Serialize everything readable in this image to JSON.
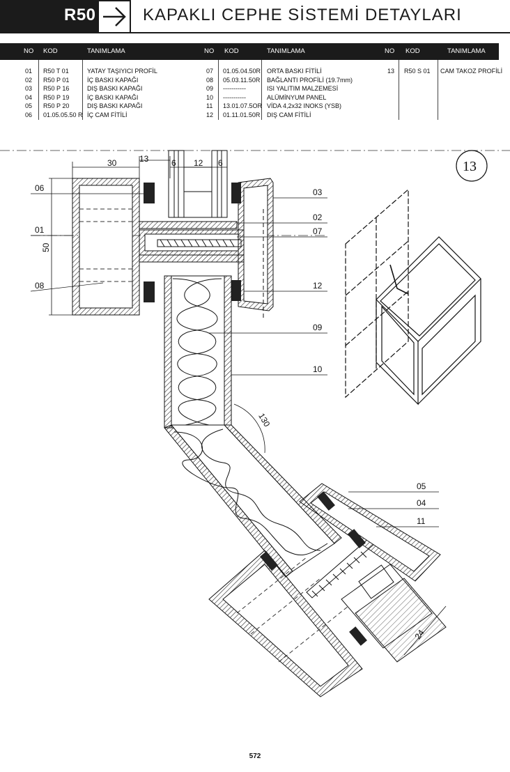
{
  "header": {
    "code": "R50",
    "title": "KAPAKLI CEPHE SİSTEMİ DETAYLARI"
  },
  "table": {
    "columns": [
      "NO",
      "KOD",
      "TANIMLAMA"
    ],
    "groups": [
      [
        {
          "no": "01",
          "kod": "R50 T 01",
          "tanim": "YATAY TAŞIYICI PROFİL"
        },
        {
          "no": "02",
          "kod": "R50 P 01",
          "tanim": "İÇ BASKI KAPAĞI"
        },
        {
          "no": "03",
          "kod": "R50 P 16",
          "tanim": "DIŞ BASKI KAPAĞI"
        },
        {
          "no": "04",
          "kod": "R50 P 19",
          "tanim": "İÇ BASKI KAPAĞI"
        },
        {
          "no": "05",
          "kod": "R50 P 20",
          "tanim": "DIŞ BASKI KAPAĞI"
        },
        {
          "no": "06",
          "kod": "01.05.05.50 R",
          "tanim": "İÇ CAM FİTİLİ"
        }
      ],
      [
        {
          "no": "07",
          "kod": "01.05.04.50R",
          "tanim": "ORTA BASKI FİTİLİ"
        },
        {
          "no": "08",
          "kod": "05.03.11.50R",
          "tanim": "BAĞLANTI PROFİLİ (19.7mm)"
        },
        {
          "no": "09",
          "kod": "-----------",
          "tanim": "ISI YALITIM MALZEMESİ"
        },
        {
          "no": "10",
          "kod": "-----------",
          "tanim": "ALÜMİNYUM PANEL"
        },
        {
          "no": "11",
          "kod": "13.01.07.5OR",
          "tanim": "VİDA 4,2x32 INOKS (YSB)"
        },
        {
          "no": "12",
          "kod": "01.11.01.50R",
          "tanim": "DIŞ CAM FİTİLİ"
        }
      ],
      [
        {
          "no": "13",
          "kod": "R50 S 01",
          "tanim": "CAM TAKOZ PROFİLİ"
        }
      ]
    ]
  },
  "drawing": {
    "detail_number": "13",
    "dimensions": [
      "30",
      "13",
      "6",
      "12",
      "6",
      "50",
      "130",
      "24"
    ],
    "callouts": [
      "06",
      "01",
      "08",
      "03",
      "02",
      "07",
      "12",
      "09",
      "10",
      "05",
      "04",
      "11"
    ]
  },
  "page_number": "572"
}
